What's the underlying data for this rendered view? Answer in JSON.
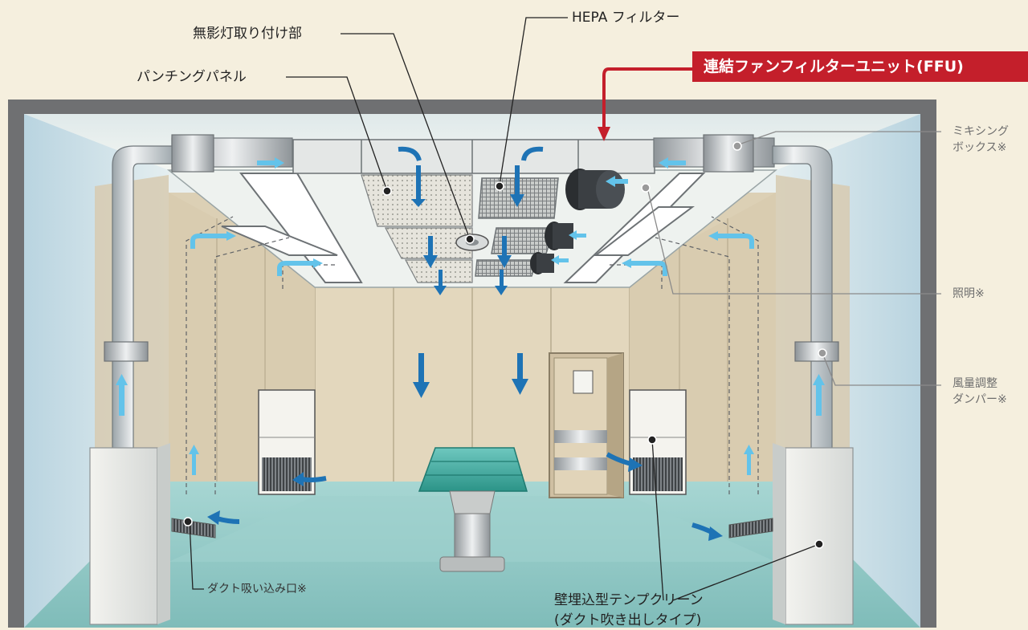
{
  "labels": {
    "surgical_light_mount": "無影灯取り付け部",
    "hepa_filter": "HEPA フィルター",
    "punching_panel": "パンチングパネル",
    "ffu": "連結ファンフィルターユニット(FFU)",
    "mixing_box_1": "ミキシング",
    "mixing_box_2": "ボックス※",
    "lighting": "照明※",
    "damper_1": "風量調整",
    "damper_2": "ダンパー※",
    "duct_intake": "ダクト吸い込み口※",
    "wall_tempclean_1": "壁埋込型テンプクリーン",
    "wall_tempclean_2": "(ダクト吹き出しタイプ)"
  },
  "colors": {
    "ffu_red": "#c41f2b",
    "air_blue": "#1e73b5",
    "air_light_blue": "#63c3ea",
    "floor": "#8ec9c6",
    "background": "#f5efde"
  }
}
